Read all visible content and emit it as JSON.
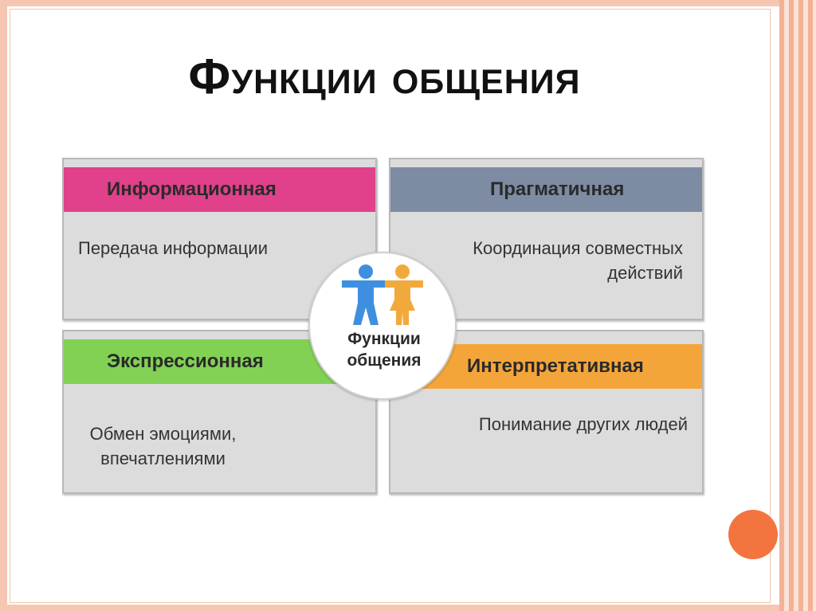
{
  "title": "Функции общения",
  "center": {
    "label_line1": "Функции",
    "label_line2": "общения",
    "icon": "people-icon"
  },
  "cards": {
    "info": {
      "header": "Информационная",
      "text_line1": "Передача информации",
      "text_line2": "",
      "color": "#e0418a"
    },
    "prag": {
      "header": "Прагматичная",
      "text_line1": "Координация совместных",
      "text_line2": "действий",
      "color": "#7d8ca3"
    },
    "expr": {
      "header": "Экспрессионная",
      "text_line1": "Обмен эмоциями,",
      "text_line2": "впечатлениями",
      "color": "#82d155"
    },
    "interp": {
      "header": "Интерпретативная",
      "text_line1": "Понимание других людей",
      "text_line2": "",
      "color": "#f4a53a"
    }
  },
  "colors": {
    "frame": "#f5c7b3",
    "accent_dot": "#f3743f",
    "card_bg": "#dcdcdc"
  }
}
